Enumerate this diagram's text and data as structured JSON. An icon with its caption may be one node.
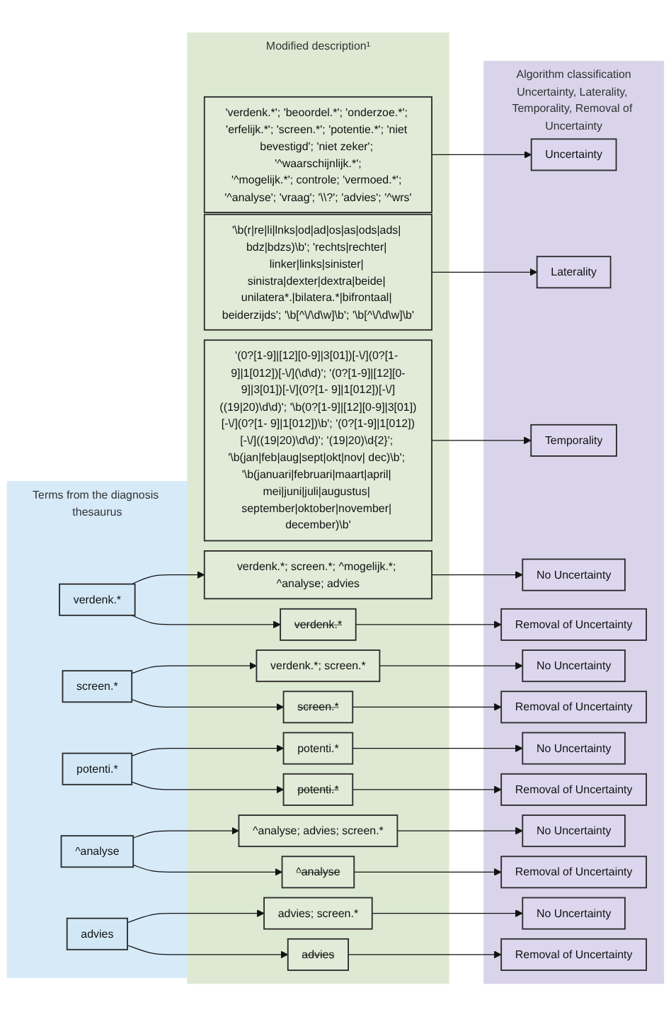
{
  "diagram": {
    "nodes": [
      {
        "text": [
          "Terms from the diagnosis thesaurus"
        ]
      },
      {
        "text": [
          "Modified description¹"
        ]
      },
      {
        "text": [
          "Algorithm classification",
          "Uncertainty, Laterality, Temporality, Removal of Uncertainty"
        ]
      },
      {
        "text": [
          "'verdenk.*'; 'beoordel.*'; 'onderzoe.*'; 'erfelijk.*'; 'screen.*'; 'potentie.*'; 'niet bevestigd'; 'niet zeker'; '^waarschijnlijk.*';",
          "'^mogelijk.*'; controle; 'vermoed.*'; '^analyse'; 'vraag'; '\\\\?'; 'advies'; '^wrs'"
        ],
        "in": 1
      },
      {
        "text": [
          "'\\b(r|re|li|lnks|od|ad|os|as|ods|ads| bdz|bdzs)\\b'; 'rechts|rechter| linker|links|sinister| sinistra|dexter|dextra|beide| unilatera*.|bilatera.*|bifrontaal| beiderzijds'; '\\b[^\\/\\d\\w]\\b'; '\\b[^\\/\\d\\w]\\b'"
        ],
        "in": 1
      },
      {
        "text": [
          "'(0?[1-9]|[12][0-9]|3[01])[-\\/](0?[1- 9]|1[012])[-\\/](\\d\\d)'; '(0?[1-9]|[12][0-9]|3[01])[-\\/](0?[1- 9]|1[012])[-\\/]((19|20)\\d\\d)'; '\\b(0?[1-9]|[12][0-9]|3[01])[-\\/](0?[1- 9]|1[012])\\b'; '(0?[1-9]|1[012])[-\\/]((19|20)\\d\\d)'; '(19|20)\\d{2}'; '\\b(jan|feb|aug|sept|okt|nov| dec)\\b'; '\\b(januari|februari|maart|april| mei|juni|juli|augustus| september|oktober|november| december)\\b'"
        ],
        "in": 1
      },
      {
        "text": [
          "Uncertainty"
        ],
        "in": 2
      },
      {
        "text": [
          "Laterality"
        ],
        "in": 2
      },
      {
        "text": [
          "Temporality"
        ],
        "in": 2
      },
      {
        "text": [
          "verdenk.*"
        ],
        "in": 0
      },
      {
        "text": [
          "verdenk.*; screen.*; ^mogelijk.*; ^analyse; advies"
        ],
        "in": 1
      },
      {
        "text": [
          "verdenk.*"
        ],
        "in": 1
      },
      {
        "text": [
          "No Uncertainty"
        ],
        "in": 2
      },
      {
        "text": [
          "Removal of Uncertainty"
        ],
        "in": 2
      },
      {
        "text": [
          "screen.*"
        ],
        "in": 0
      },
      {
        "text": [
          "verdenk.*; screen.*"
        ],
        "in": 1
      },
      {
        "text": [
          "screen.*"
        ],
        "in": 1
      },
      {
        "text": [
          "No Uncertainty"
        ],
        "in": 2
      },
      {
        "text": [
          "Removal of Uncertainty"
        ],
        "in": 2
      },
      {
        "text": [
          "potenti.*"
        ],
        "in": 0
      },
      {
        "text": [
          "potenti.*"
        ],
        "in": 1
      },
      {
        "text": [
          "potenti.*"
        ],
        "in": 1
      },
      {
        "text": [
          "No Uncertainty"
        ],
        "in": 2
      },
      {
        "text": [
          "Removal of Uncertainty"
        ],
        "in": 2
      },
      {
        "text": [
          "^analyse"
        ],
        "in": 0
      },
      {
        "text": [
          "^analyse; advies; screen.*"
        ],
        "in": 1
      },
      {
        "text": [
          "^analyse"
        ],
        "in": 1
      },
      {
        "text": [
          "No Uncertainty"
        ],
        "in": 2
      },
      {
        "text": [
          "Removal of Uncertainty"
        ],
        "in": 2
      },
      {
        "text": [
          "advies"
        ],
        "in": 0
      },
      {
        "text": [
          "advies; screen.*"
        ],
        "in": 1
      },
      {
        "text": [
          "advies"
        ],
        "in": 1
      },
      {
        "text": [
          "No Uncertainty"
        ],
        "in": 2
      },
      {
        "text": [
          "Removal of Uncertainty"
        ],
        "in": 2
      }
    ],
    "edges": [
      {
        "from": 3,
        "to": 6,
        "arrow": "to"
      },
      {
        "from": 4,
        "to": 7,
        "arrow": "to"
      },
      {
        "from": 5,
        "to": 8,
        "arrow": "to"
      },
      {
        "from": 9,
        "to": 10,
        "arrow": "to"
      },
      {
        "from": 9,
        "to": 11,
        "arrow": "to"
      },
      {
        "from": 10,
        "to": 12,
        "arrow": "to"
      },
      {
        "from": 11,
        "to": 13,
        "arrow": "to"
      },
      {
        "from": 14,
        "to": 15,
        "arrow": "to"
      },
      {
        "from": 14,
        "to": 16,
        "arrow": "to"
      },
      {
        "from": 15,
        "to": 17,
        "arrow": "to"
      },
      {
        "from": 16,
        "to": 18,
        "arrow": "to"
      },
      {
        "from": 19,
        "to": 20,
        "arrow": "to"
      },
      {
        "from": 19,
        "to": 21,
        "arrow": "to"
      },
      {
        "from": 20,
        "to": 22,
        "arrow": "to"
      },
      {
        "from": 21,
        "to": 23,
        "arrow": "to"
      },
      {
        "from": 24,
        "to": 25,
        "arrow": "to"
      },
      {
        "from": 24,
        "to": 26,
        "arrow": "to"
      },
      {
        "from": 25,
        "to": 27,
        "arrow": "to"
      },
      {
        "from": 26,
        "to": 28,
        "arrow": "to"
      },
      {
        "from": 29,
        "to": 30,
        "arrow": "to"
      },
      {
        "from": 29,
        "to": 31,
        "arrow": "to"
      },
      {
        "from": 30,
        "to": 32,
        "arrow": "to"
      },
      {
        "from": 31,
        "to": 33,
        "arrow": "to"
      }
    ]
  }
}
